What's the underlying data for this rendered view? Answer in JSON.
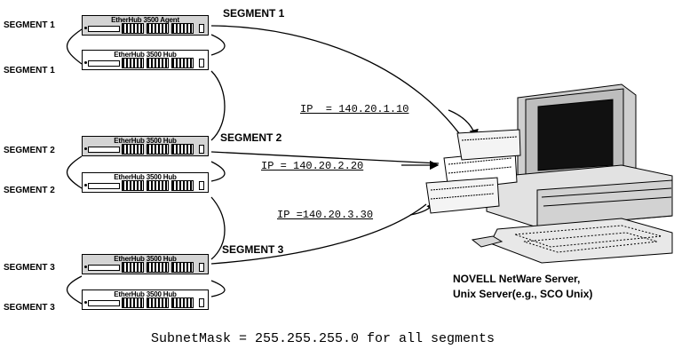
{
  "hubs": [
    {
      "title": "EtherHub 3500 Agent",
      "segment_label": "SEGMENT 1",
      "style": "shaded"
    },
    {
      "title": "EtherHub 3500 Hub",
      "segment_label": "SEGMENT 1",
      "style": "plain"
    },
    {
      "title": "EtherHub 3500 Hub",
      "segment_label": "SEGMENT 2",
      "style": "shaded"
    },
    {
      "title": "EtherHub 3500 Hub",
      "segment_label": "SEGMENT 2",
      "style": "plain"
    },
    {
      "title": "EtherHub 3500 Hub",
      "segment_label": "SEGMENT 3",
      "style": "shaded"
    },
    {
      "title": "EtherHub 3500 Hub",
      "segment_label": "SEGMENT 3",
      "style": "plain"
    }
  ],
  "segments": [
    "SEGMENT 1",
    "SEGMENT 2",
    "SEGMENT 3"
  ],
  "ip_labels": [
    "IP  = 140.20.1.10",
    "IP = 140.20.2.20",
    "IP =140.20.3.30"
  ],
  "server": {
    "line1": "NOVELL NetWare Server,",
    "line2": "Unix Server(e.g., SCO Unix)"
  },
  "subnet_note": "SubnetMask = 255.255.255.0 for all segments",
  "colors": {
    "hub_shaded": "#d4d4d4",
    "hub_plain": "#ffffff",
    "lines": "#000000"
  }
}
